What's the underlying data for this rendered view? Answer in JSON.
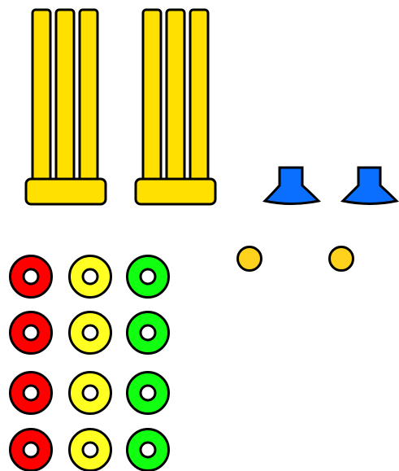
{
  "colors": {
    "outline": "#000000",
    "peg_yellow": "#FFE000",
    "ring_red": "#FF0000",
    "ring_yellow": "#FFFF22",
    "ring_green": "#11FF11",
    "ring_hole": "#FFFFFF",
    "base_blue": "#0A6EFF",
    "ball_yellow": "#FFD21E"
  },
  "pieces": {
    "peg_stands": [
      {
        "name": "peg-stand-left",
        "prong_count": 3
      },
      {
        "name": "peg-stand-right",
        "prong_count": 3
      }
    ],
    "cup_bases": [
      {
        "name": "cup-base-left",
        "icon": "blue-cup-base-icon"
      },
      {
        "name": "cup-base-right",
        "icon": "blue-cup-base-icon"
      }
    ],
    "balls": [
      {
        "name": "ball-left",
        "icon": "yellow-ball-icon"
      },
      {
        "name": "ball-right",
        "icon": "yellow-ball-icon"
      }
    ],
    "ring_colors": [
      "red",
      "yellow",
      "green"
    ],
    "ring_rows": 4
  }
}
